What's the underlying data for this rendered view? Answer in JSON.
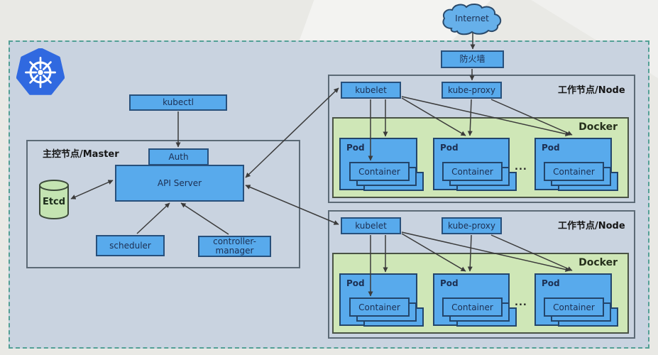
{
  "colors": {
    "page_bg": "#e9e9e5",
    "panel_bg": "#c9d3e0",
    "dash_border": "#53a096",
    "box_blue": "#58aaec",
    "box_border": "#27507c",
    "docker_green": "#cfe7b7",
    "etcd_green": "#c4e4b2",
    "k8s_logo_blue": "#3069e0",
    "arrow": "#3b3b3b"
  },
  "logo": {
    "name": "kubernetes-logo"
  },
  "internet": {
    "label": "Internet"
  },
  "firewall": {
    "label": "防火墙"
  },
  "master": {
    "label": "主控节点/Master",
    "kubectl": "kubectl",
    "auth": "Auth",
    "api_server": "API Server",
    "etcd": "Etcd",
    "scheduler": "scheduler",
    "controller_manager_line1": "controller-",
    "controller_manager_line2": "manager"
  },
  "nodes": [
    {
      "label": "工作节点/Node",
      "kubelet": "kubelet",
      "kube_proxy": "kube-proxy",
      "docker": "Docker",
      "dots": "...",
      "pods": [
        {
          "label": "Pod",
          "container": "Container"
        },
        {
          "label": "Pod",
          "container": "Container"
        },
        {
          "label": "Pod",
          "container": "Container"
        }
      ]
    },
    {
      "label": "工作节点/Node",
      "kubelet": "kubelet",
      "kube_proxy": "kube-proxy",
      "docker": "Docker",
      "dots": "...",
      "pods": [
        {
          "label": "Pod",
          "container": "Container"
        },
        {
          "label": "Pod",
          "container": "Container"
        },
        {
          "label": "Pod",
          "container": "Container"
        }
      ]
    }
  ]
}
